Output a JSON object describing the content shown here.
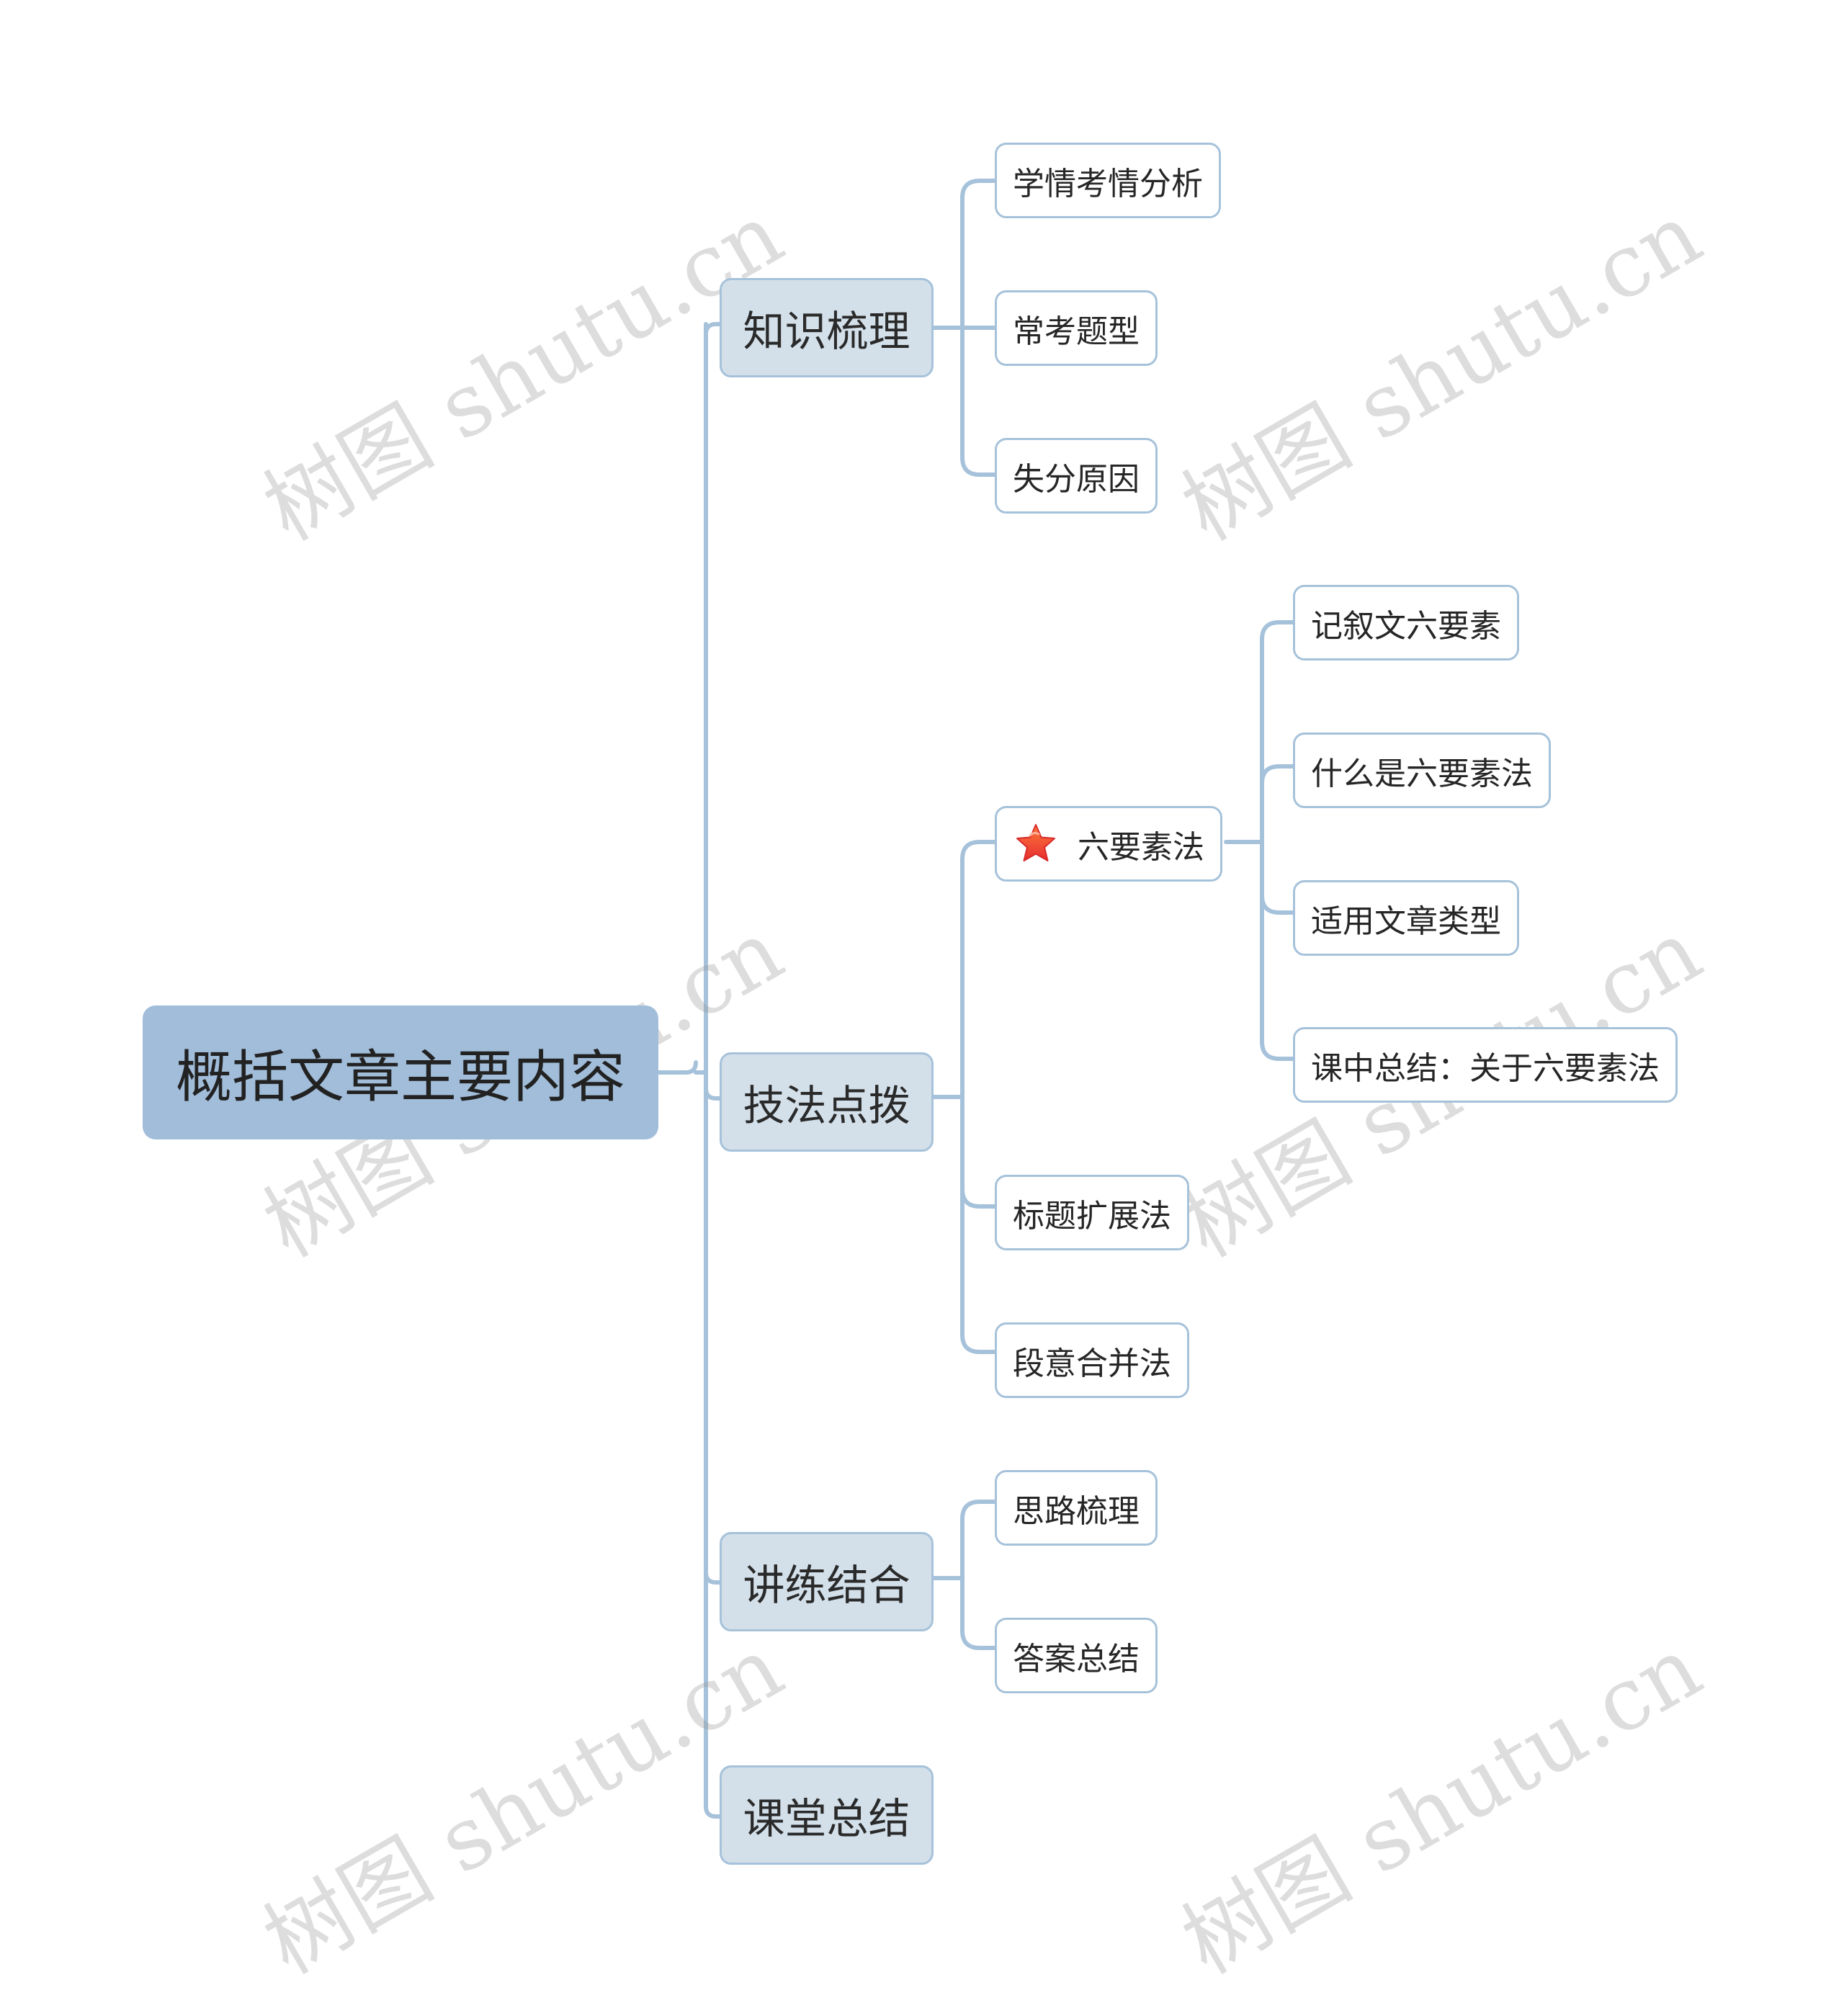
{
  "root": {
    "label": "概括文章主要内容"
  },
  "branches": [
    {
      "label": "知识梳理",
      "children": [
        "学情考情分析",
        "常考题型",
        "失分原因"
      ]
    },
    {
      "label": "技法点拨",
      "children": [
        {
          "label": "六要素法",
          "icon": "star-icon",
          "children": [
            "记叙文六要素",
            "什么是六要素法",
            "适用文章类型",
            "课中总结：关于六要素法"
          ]
        },
        {
          "label": "标题扩展法"
        },
        {
          "label": "段意合并法"
        }
      ]
    },
    {
      "label": "讲练结合",
      "children": [
        "思路梳理",
        "答案总结"
      ]
    },
    {
      "label": "课堂总结"
    }
  ],
  "watermark": "树图 shutu.cn",
  "colors": {
    "root_fill": "#a1bdd9",
    "branch_fill": "#d3e0ea",
    "node_border": "#a6c2da",
    "connector": "#a6c2da",
    "star": "#e8372c"
  }
}
